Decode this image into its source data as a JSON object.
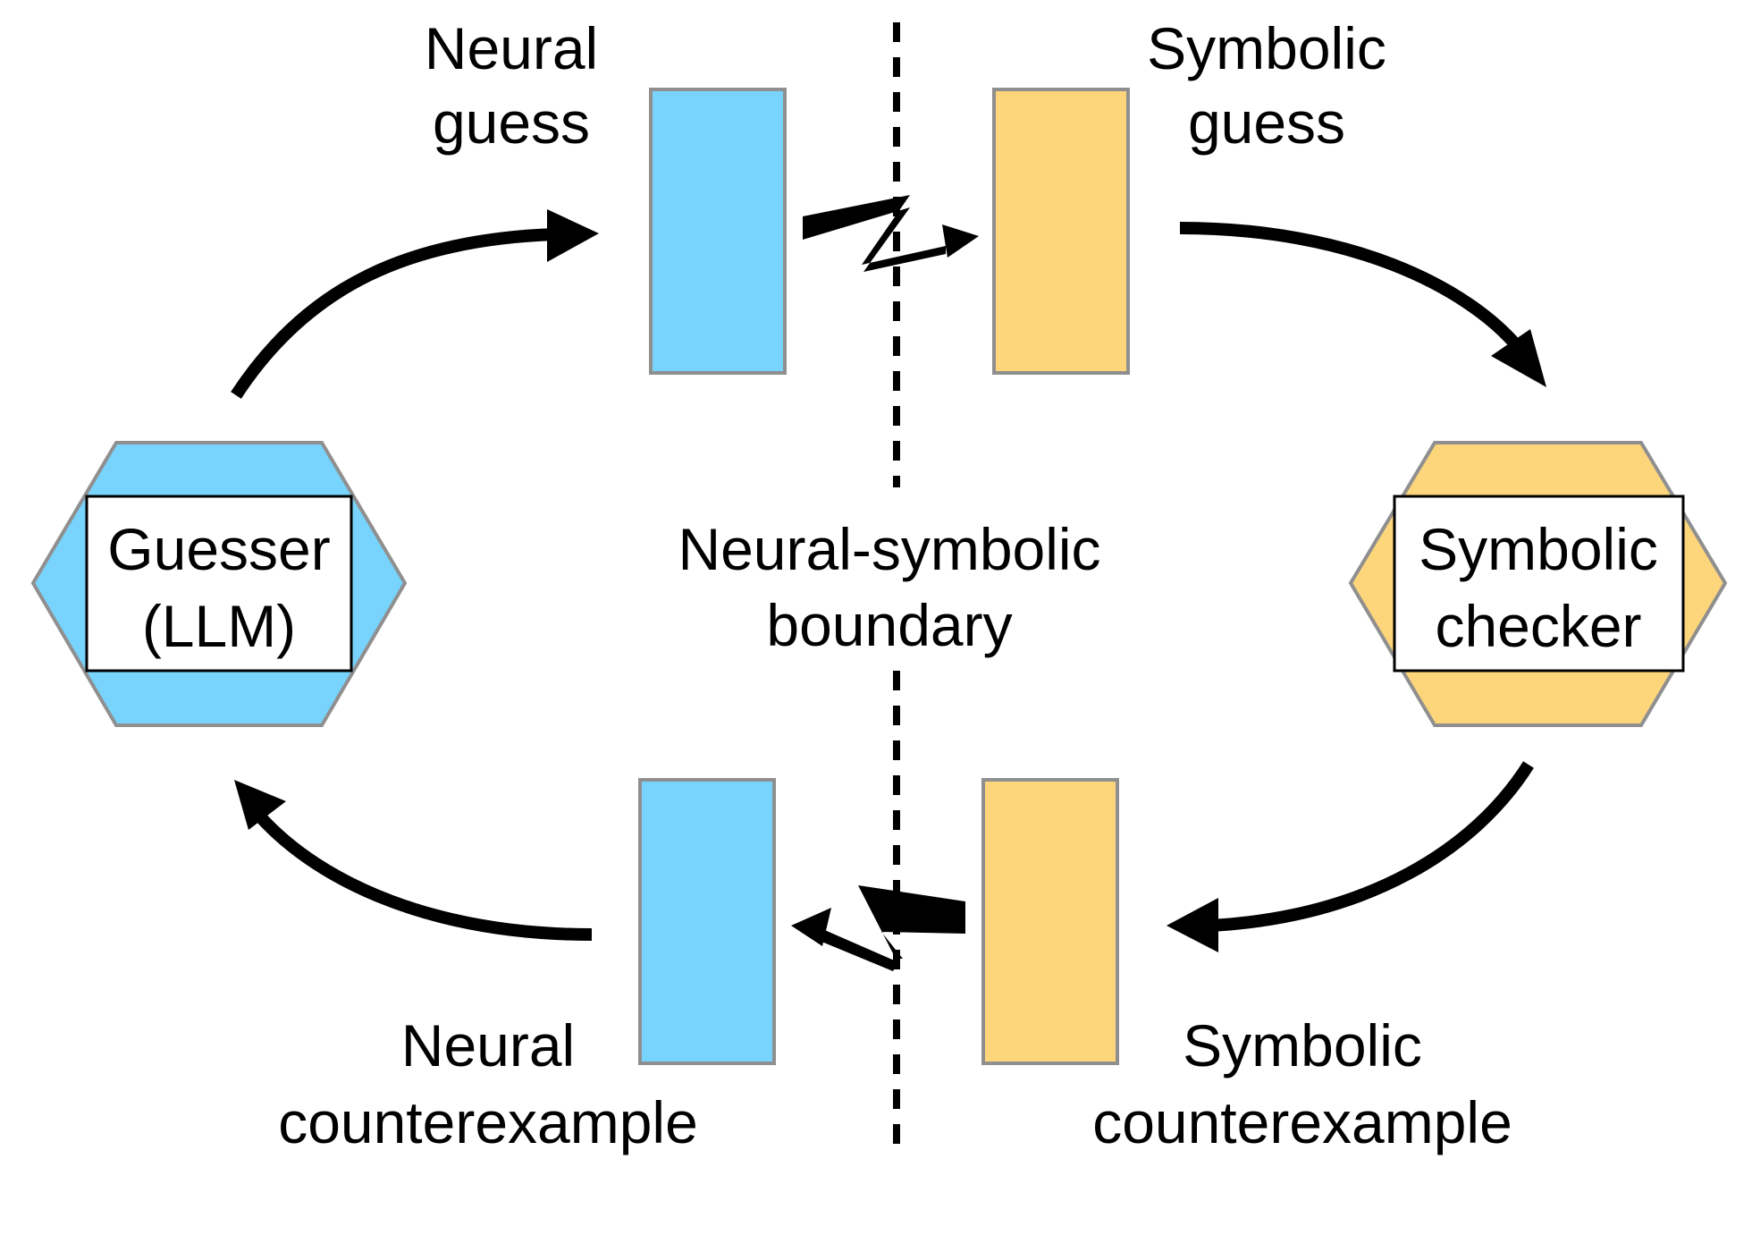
{
  "colors": {
    "neural": "#78d4fd",
    "symbolic": "#fdd57a",
    "panel_border": "#8f8f8f",
    "ink": "#000000"
  },
  "nodes": {
    "guesser": {
      "line1": "Guesser",
      "line2": "(LLM)"
    },
    "checker": {
      "line1": "Symbolic",
      "line2": "checker"
    }
  },
  "labels": {
    "neural_guess": {
      "line1": "Neural",
      "line2": "guess"
    },
    "symbolic_guess": {
      "line1": "Symbolic",
      "line2": "guess"
    },
    "neural_counterexample": {
      "line1": "Neural",
      "line2": "counterexample"
    },
    "symbolic_counterexample": {
      "line1": "Symbolic",
      "line2": "counterexample"
    },
    "boundary": {
      "line1": "Neural-symbolic",
      "line2": "boundary"
    }
  }
}
